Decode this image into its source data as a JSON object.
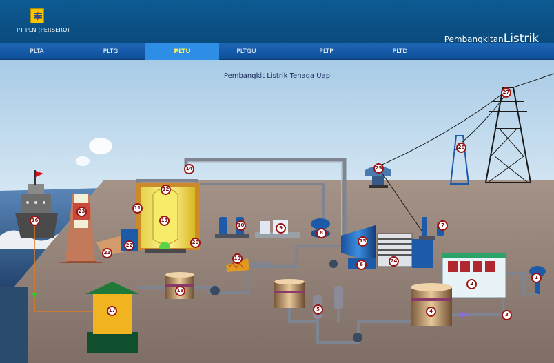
{
  "header": {
    "company": "PT PLN (PERSERO)",
    "brand_small": "Pembangkitan",
    "brand_big": "Listrik"
  },
  "nav": {
    "tabs": [
      {
        "label": "PLTA",
        "active": false
      },
      {
        "label": "PLTG",
        "active": false
      },
      {
        "label": "PLTU",
        "active": true
      },
      {
        "label": "PLTGU",
        "active": false
      },
      {
        "label": "PLTP",
        "active": false
      },
      {
        "label": "PLTD",
        "active": false
      }
    ]
  },
  "scene": {
    "title": "Pembangkit  Listrik  Tenaga Uap",
    "markers": [
      "1",
      "2",
      "3",
      "4",
      "5",
      "6",
      "7",
      "8",
      "9",
      "10",
      "11",
      "12",
      "13",
      "14",
      "15",
      "16",
      "17",
      "18",
      "19",
      "20",
      "21",
      "22",
      "23",
      "24",
      "25",
      "26",
      "27"
    ]
  },
  "colors": {
    "header_bg": "#0a4b7d",
    "nav_bg": "#1c66b6",
    "nav_active": "#2e8ee6",
    "nav_active_text": "#fff25a",
    "sky": "#cfe3f3",
    "ground": "#8a7a70",
    "pipe": "#6a6f7a",
    "marker_border": "#9b1212"
  }
}
